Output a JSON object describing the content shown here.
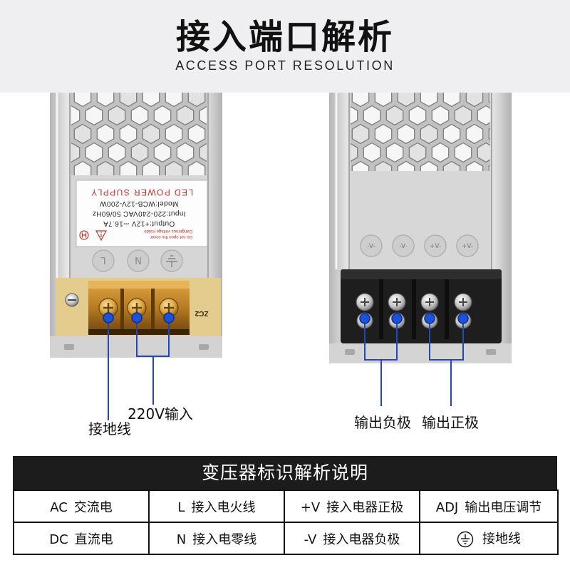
{
  "header": {
    "title": "接入端口解析",
    "subtitle": "ACCESS PORT RESOLUTION"
  },
  "left_device": {
    "label": {
      "title": "LED POWER SUPPLY",
      "model": "Model:WCB-12V-200W",
      "input": "Input:220-240VAC 50/60Hz",
      "output": "Output:+12V ⎓16.7A",
      "warning_line1": "Dangerous voltage inside",
      "warning_line2": "Do not open the cover"
    },
    "marks": {
      "live": "L",
      "neutral": "N",
      "earth_icon": "ground-icon"
    },
    "imprint": "ZC2",
    "callouts": {
      "ground": "接地线",
      "ac_input": "220V输入"
    }
  },
  "right_device": {
    "marks": [
      "-V-",
      "-V-",
      "+V-",
      "+V-"
    ],
    "callouts": {
      "negative": "输出负极",
      "positive": "输出正极"
    }
  },
  "legend": {
    "title": "变压器标识解析说明",
    "rows": [
      [
        {
          "code": "AC",
          "desc": "交流电"
        },
        {
          "code": "L",
          "desc": "接入电火线"
        },
        {
          "code": "+V",
          "desc": "接入电器正极"
        },
        {
          "code": "ADJ",
          "desc": "输出电压调节"
        }
      ],
      [
        {
          "code": "DC",
          "desc": "直流电"
        },
        {
          "code": "N",
          "desc": "接入电零线"
        },
        {
          "code": "-V",
          "desc": "接入电器负极"
        },
        {
          "icon": "ground-icon",
          "desc": "接地线"
        }
      ]
    ]
  },
  "colors": {
    "header_bg": "#efeff1",
    "callout_blue": "#2347b8",
    "marker_blue": "#1b52d8",
    "legend_bar": "#1c1c1c",
    "label_red": "#c8302a",
    "terminal_amber": "#b77a22"
  }
}
